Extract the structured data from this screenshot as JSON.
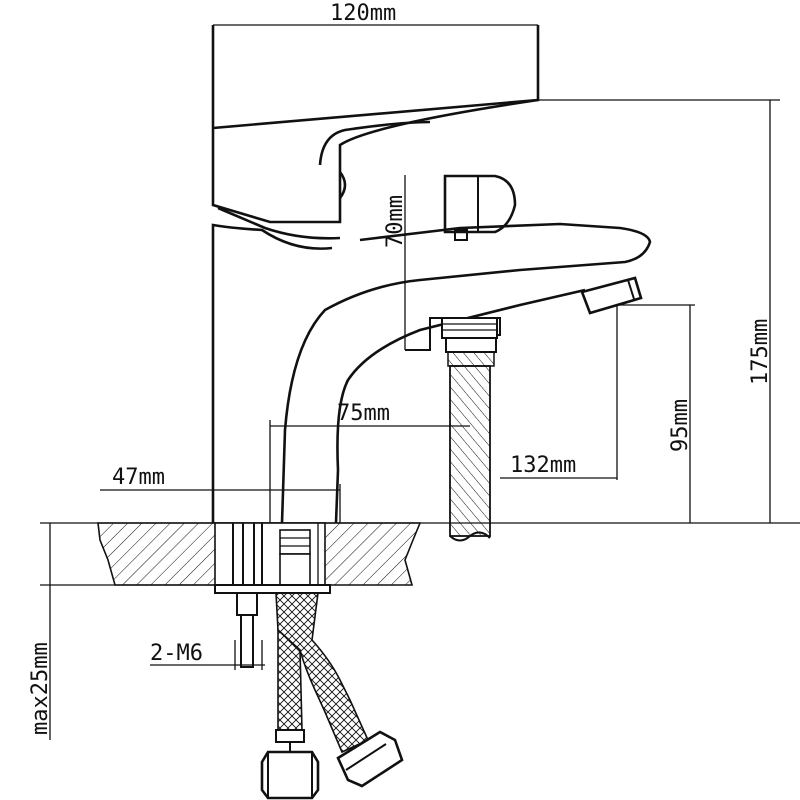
{
  "dimensions": {
    "width_top": "120mm",
    "height_total": "175mm",
    "handle_height": "70mm",
    "spout_height": "95mm",
    "spout_reach": "132mm",
    "inner_reach": "75mm",
    "body_width": "47mm",
    "mounting_studs": "2-M6",
    "max_thickness": "max25mm"
  },
  "colors": {
    "line": "#111111",
    "background": "#ffffff"
  }
}
